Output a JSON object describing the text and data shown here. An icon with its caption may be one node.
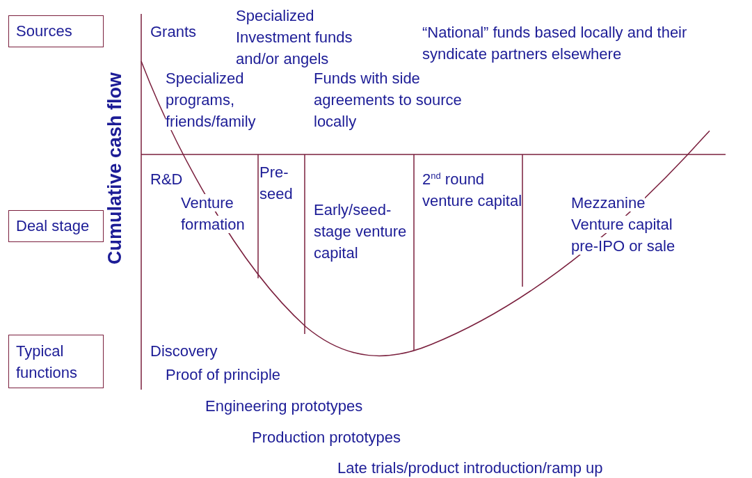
{
  "diagram": {
    "nodes": [
      {
        "text": [
          "Sources"
        ]
      },
      {
        "text": [
          "Deal stage"
        ]
      },
      {
        "text": [
          "Typical functions"
        ]
      }
    ],
    "labels": [
      "Specialized Investment funds and/or angels",
      "Grants",
      "“National” funds based locally and their syndicate partners elsewhere",
      "Cumulative cash flow",
      "Specialized programs, friends/family",
      "Funds with side agreements to source locally",
      "R&D",
      "Pre- seed",
      "2$^{nd}$ round venture capital",
      "Venture formation",
      "Early/seed-stage venture capital",
      "Mezzanine Venture capital pre-IPO or sale",
      "Discovery",
      "Proof of principle",
      "Engineering prototypes",
      "Production prototypes",
      "Late trials/product introduction/ramp up"
    ]
  }
}
